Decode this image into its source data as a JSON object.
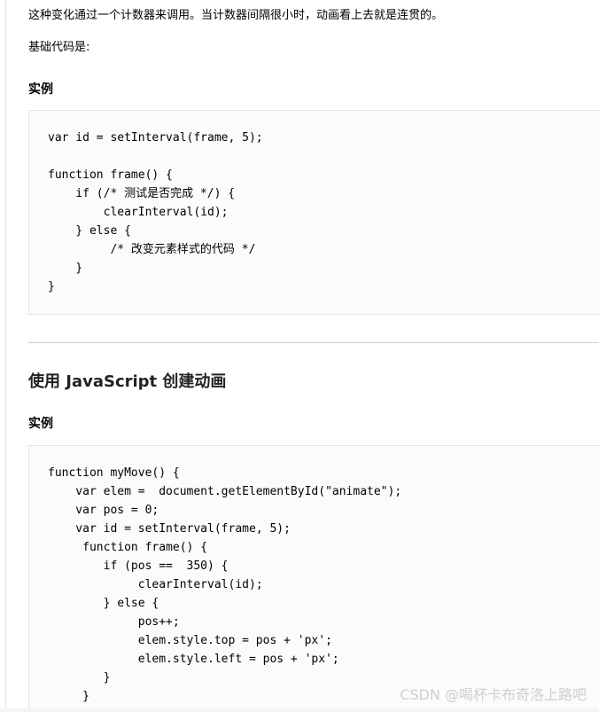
{
  "intro": {
    "line1": "这种变化通过一个计数器来调用。当计数器间隔很小时，动画看上去就是连贯的。",
    "line2": "基础代码是:"
  },
  "example1": {
    "label": "实例",
    "code": [
      "var id = setInterval(frame, 5);",
      "",
      "function frame() {",
      "    if (/* 测试是否完成 */) {",
      "        clearInterval(id);",
      "    } else {",
      "         /* 改变元素样式的代码 */",
      "    }",
      "}"
    ]
  },
  "section2": {
    "heading": "使用 JavaScript 创建动画",
    "label": "实例",
    "code": [
      "function myMove() {",
      "    var elem =  document.getElementById(\"animate\");",
      "    var pos = 0;",
      "    var id = setInterval(frame, 5);",
      "     function frame() {",
      "        if (pos ==  350) {",
      "             clearInterval(id);",
      "        } else {",
      "             pos++;",
      "             elem.style.top = pos + 'px';",
      "             elem.style.left = pos + 'px';",
      "        }",
      "     }"
    ]
  },
  "watermark": "CSDN @喝杯卡布奇洛上路吧"
}
